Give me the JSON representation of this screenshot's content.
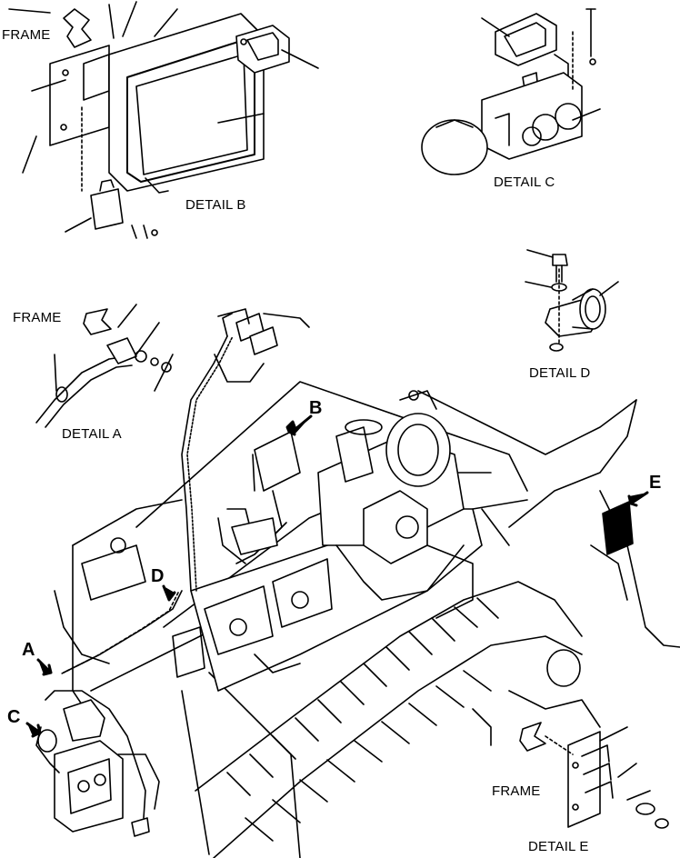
{
  "labels": {
    "frame": "FRAME",
    "detail_a": "DETAIL A",
    "detail_b": "DETAIL B",
    "detail_c": "DETAIL C",
    "detail_d": "DETAIL D",
    "detail_e": "DETAIL E"
  },
  "callouts": {
    "a": "A",
    "b": "B",
    "c": "C",
    "d": "D",
    "e": "E"
  }
}
